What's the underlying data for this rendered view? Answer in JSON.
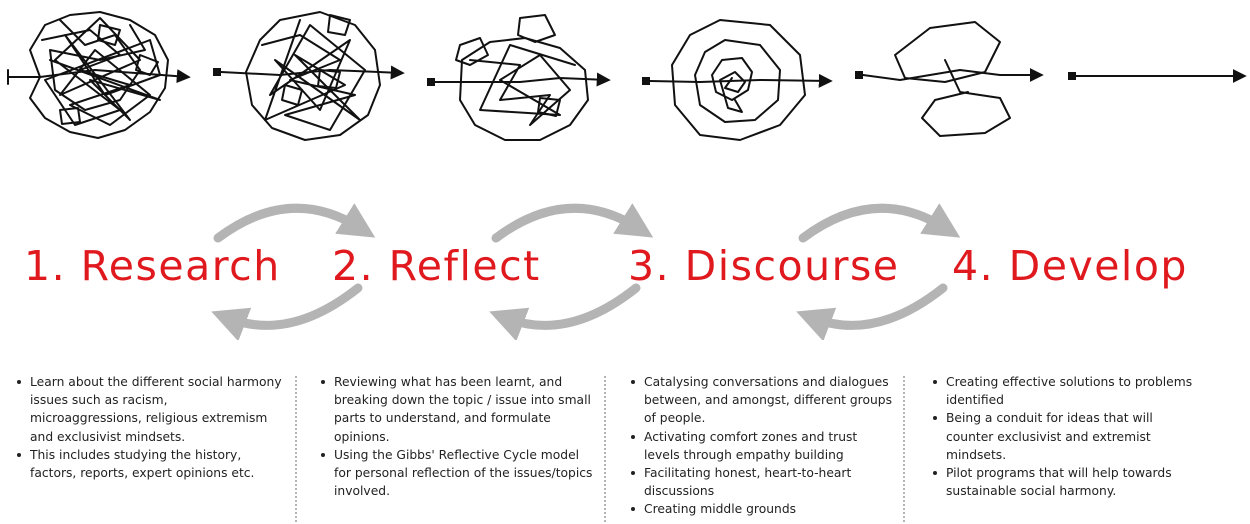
{
  "colors": {
    "title": "#e0191e",
    "cycle_arrow": "#b4b4b4",
    "line": "#111111",
    "text": "#222222"
  },
  "stages": [
    {
      "title": "1. Research",
      "bullets": [
        "Learn about the different social harmony issues such as racism, microaggressions, religious extremism and exclusivist mindsets.",
        "This includes studying the history, factors, reports, expert opinions etc."
      ]
    },
    {
      "title": "2. Reflect",
      "bullets": [
        "Reviewing what has been learnt, and breaking down the topic / issue into small parts to understand, and formulate opinions.",
        "Using the Gibbs' Reflective Cycle model for personal reflection of the issues/topics involved."
      ]
    },
    {
      "title": "3. Discourse",
      "bullets": [
        "Catalysing conversations and dialogues between, and amongst, different groups of people.",
        "Activating comfort zones and trust levels through empathy building",
        "Facilitating honest, heart-to-heart discussions",
        "Creating middle grounds"
      ]
    },
    {
      "title": "4. Develop",
      "bullets": [
        "Creating effective solutions to problems identified",
        "Being a conduit for ideas that will counter exclusivist and extremist mindsets.",
        "Pilot programs that will help towards sustainable social harmony."
      ]
    }
  ]
}
